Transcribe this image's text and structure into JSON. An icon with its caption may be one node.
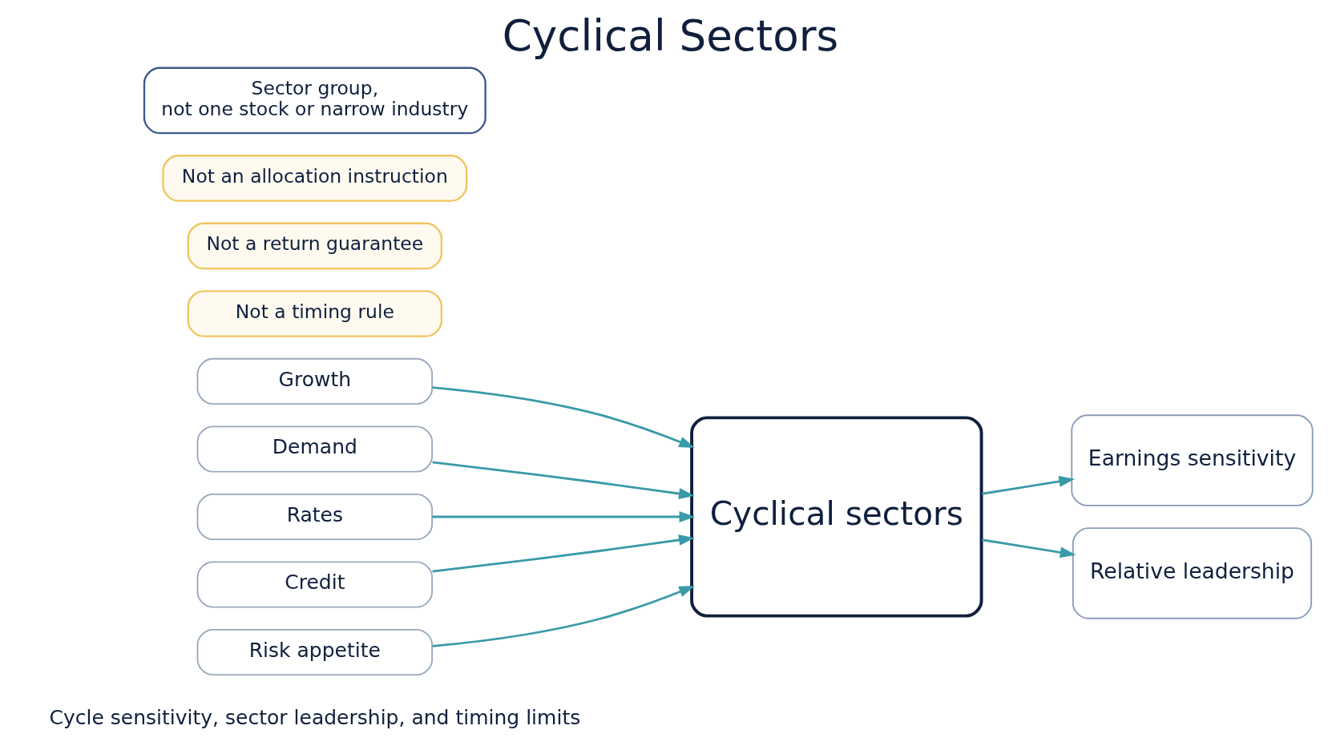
{
  "diagram": {
    "title": "Cyclical Sectors",
    "nodes": [
      {
        "text": [
          "Growth"
        ]
      },
      {
        "text": [
          "Demand"
        ]
      },
      {
        "text": [
          "Rates"
        ]
      },
      {
        "text": [
          "Credit"
        ]
      },
      {
        "text": [
          "Risk appetite"
        ]
      },
      {
        "text": [
          "Cyclical sectors"
        ]
      },
      {
        "text": [
          "Earnings sensitivity"
        ]
      },
      {
        "text": [
          "Relative leadership"
        ]
      },
      {
        "text": [
          "Not a timing rule"
        ]
      },
      {
        "text": [
          "Not a return guarantee"
        ]
      },
      {
        "text": [
          "Not an allocation instruction"
        ]
      },
      {
        "text": [
          "Sector group,",
          "not one stock or narrow industry"
        ]
      }
    ],
    "edges": [
      {
        "from": 0,
        "to": 5,
        "arrow": "to"
      },
      {
        "from": 1,
        "to": 5,
        "arrow": "to"
      },
      {
        "from": 2,
        "to": 5,
        "arrow": "to"
      },
      {
        "from": 3,
        "to": 5,
        "arrow": "to"
      },
      {
        "from": 4,
        "to": 5,
        "arrow": "to"
      },
      {
        "from": 5,
        "to": 6,
        "arrow": "to"
      },
      {
        "from": 5,
        "to": 7,
        "arrow": "to"
      }
    ],
    "labels": [
      "Cycle sensitivity, sector leadership, and timing limits"
    ]
  }
}
